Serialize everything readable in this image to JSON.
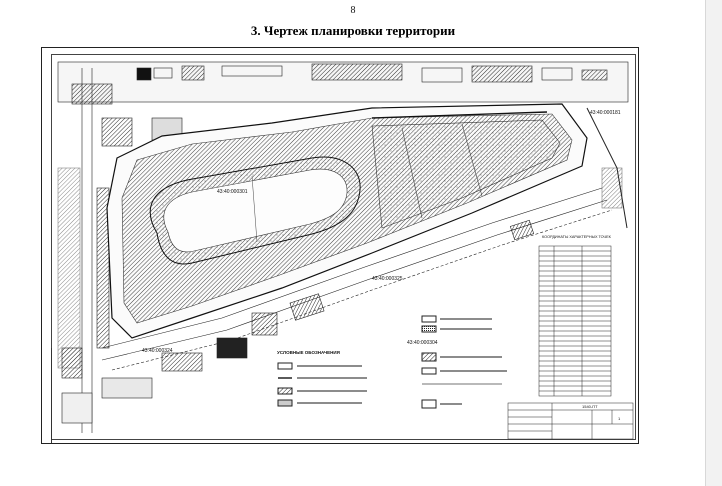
{
  "page": {
    "number": "8",
    "title": "3. Чертеж планировки территории"
  },
  "drawing": {
    "cadastral_labels": [
      "43:40:000181",
      "43:40:000301",
      "43:40:000325",
      "43:40:000304",
      "43:40:000324"
    ],
    "legend_title": "УСЛОВНЫЕ ОБОЗНАЧЕНИЯ",
    "coord_table_title": "КООРДИНАТЫ ХАРАКТЕРНЫХ ТОЧЕК",
    "stamp_sheet": "1",
    "stamp_code": "1540-ПТ"
  },
  "colors": {
    "ink": "#1a1a1a",
    "hatch": "#3a3a3a",
    "paper": "#ffffff"
  }
}
